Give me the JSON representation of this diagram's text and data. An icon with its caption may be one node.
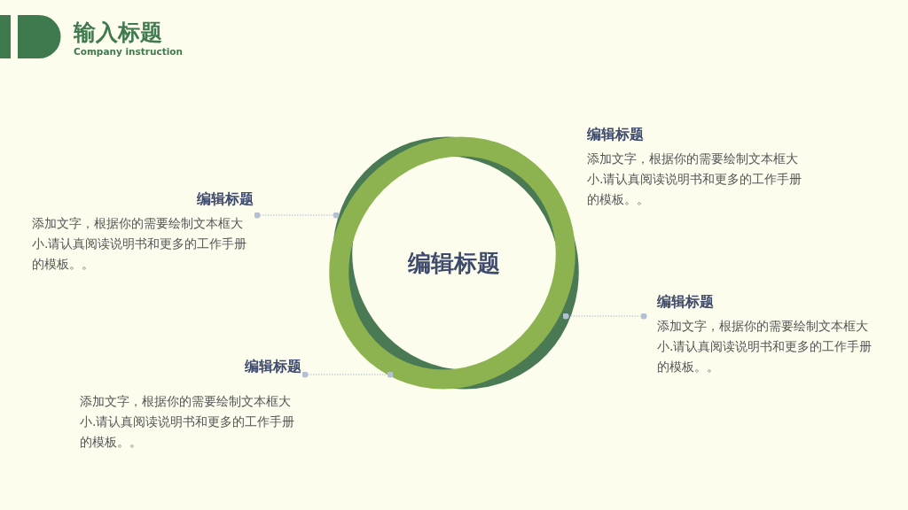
{
  "diagram": {
    "title": "输入标题",
    "nodes": [
      {
        "text": [
          "编辑标题"
        ]
      },
      {
        "text": [
          "编辑标题",
          "添加文字，根据你的需要绘制文本框大小.请认真阅读说明书和更多的工作手册的模板。。"
        ]
      },
      {
        "text": [
          "编辑标题",
          "添加文字，根据你的需要绘制文本框大小.请认真阅读说明书和更多的工作手册的模板。。"
        ]
      },
      {
        "text": [
          "编辑标题",
          "添加文字，根据你的需要绘制文本框大小.请认真阅读说明书和更多的工作手册的模板。。"
        ]
      },
      {
        "text": [
          "编辑标题",
          "添加文字，根据你的需要绘制文本框大小.请认真阅读说明书和更多的工作手册的模板。。"
        ]
      }
    ],
    "edges": [
      {
        "from": 1,
        "to": 0,
        "arrow": "other",
        "style": "dashed"
      },
      {
        "from": 3,
        "to": 0,
        "arrow": "other",
        "style": "dashed"
      },
      {
        "from": 4,
        "to": 0,
        "arrow": "other",
        "style": "dashed"
      }
    ],
    "labels": [
      "Company instruction"
    ]
  }
}
